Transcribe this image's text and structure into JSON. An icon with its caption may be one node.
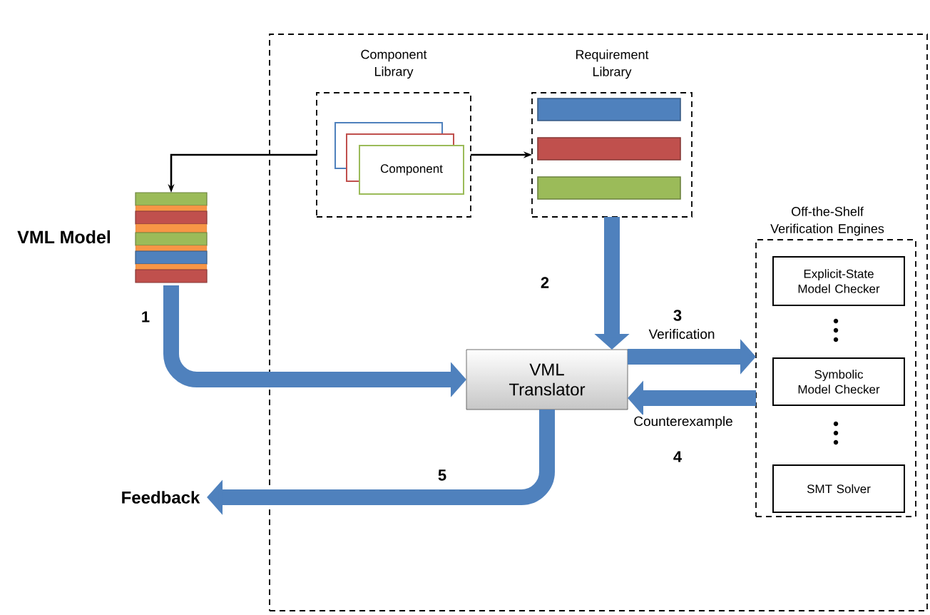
{
  "diagram": {
    "nodes": [
      {
        "text": [],
        "shape": "box"
      },
      {
        "text": [
          "Component Library"
        ],
        "in": 0
      },
      {
        "text": [
          "Component"
        ],
        "in": 1
      },
      {
        "text": [
          "Requirement Library"
        ],
        "in": 0
      },
      {
        "text": [
          "VML Model"
        ]
      },
      {
        "text": [
          "VML Translator"
        ],
        "in": 0
      },
      {
        "text": [
          "Off-the-Shelf Verification Engines"
        ],
        "in": 0
      },
      {
        "text": [
          "Explicit-State Model Checker"
        ],
        "in": 6
      },
      {
        "text": [
          "Symbolic Model Checker"
        ],
        "in": 6
      },
      {
        "text": [
          "SMT Solver"
        ],
        "in": 6
      },
      {
        "text": [
          "Feedback"
        ]
      }
    ],
    "edges": [
      {
        "from": 1,
        "to": 4,
        "arrow": "to",
        "color": "#000000"
      },
      {
        "from": 1,
        "to": 3,
        "arrow": "to",
        "color": "#000000"
      },
      {
        "from": 4,
        "to": 5,
        "arrow": "to",
        "label": "1"
      },
      {
        "from": 3,
        "to": 5,
        "arrow": "to",
        "label": "2"
      },
      {
        "from": 5,
        "to": 6,
        "arrow": "to",
        "label": "Verification"
      },
      {
        "from": 6,
        "to": 5,
        "arrow": "to",
        "label": "Counterexample"
      },
      {
        "from": 5,
        "to": 10,
        "arrow": "to",
        "label": "5"
      }
    ],
    "labels": [
      "3",
      "4"
    ]
  }
}
